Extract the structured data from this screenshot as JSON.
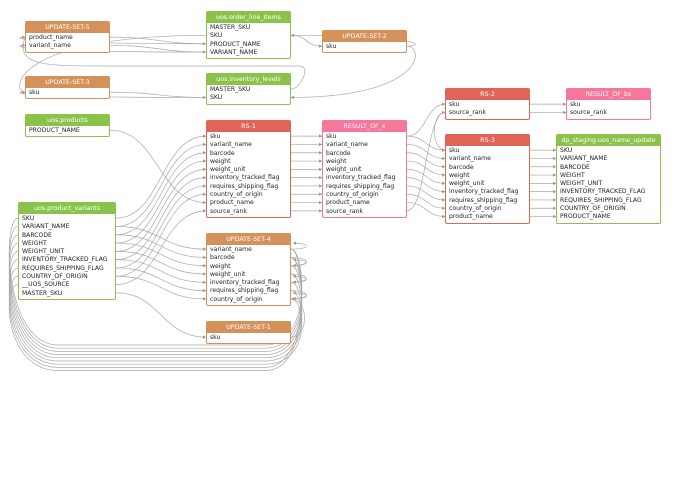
{
  "colors": {
    "update": "#d4925a",
    "source": "#8bc34a",
    "rs": "#e06558",
    "result": "#f7779b",
    "edge": "#a9a9a9"
  },
  "nodes": [
    {
      "id": "update_set_5",
      "title": "UPDATE-SET-5",
      "kind": "update",
      "fields": [
        "product_name",
        "variant_name"
      ]
    },
    {
      "id": "uos_order_line_items",
      "title": "uos.order_line_items",
      "kind": "source",
      "fields": [
        "MASTER_SKU",
        "SKU",
        "PRODUCT_NAME",
        "VARIANT_NAME"
      ]
    },
    {
      "id": "update_set_2",
      "title": "UPDATE-SET-2",
      "kind": "update",
      "fields": [
        "sku"
      ]
    },
    {
      "id": "update_set_3",
      "title": "UPDATE-SET-3",
      "kind": "update",
      "fields": [
        "sku"
      ]
    },
    {
      "id": "uos_inventory_levels",
      "title": "uos.inventory_levels",
      "kind": "source",
      "fields": [
        "MASTER_SKU",
        "SKU"
      ]
    },
    {
      "id": "uos_products",
      "title": "uos.products",
      "kind": "source",
      "fields": [
        "PRODUCT_NAME"
      ]
    },
    {
      "id": "rs_1",
      "title": "RS-1",
      "kind": "rs",
      "fields": [
        "sku",
        "variant_name",
        "barcode",
        "weight",
        "weight_unit",
        "inventory_tracked_flag",
        "requires_shipping_flag",
        "country_of_origin",
        "product_name",
        "source_rank"
      ]
    },
    {
      "id": "result_of_x",
      "title": "RESULT_OF_x",
      "kind": "result",
      "fields": [
        "sku",
        "variant_name",
        "barcode",
        "weight",
        "weight_unit",
        "inventory_tracked_flag",
        "requires_shipping_flag",
        "country_of_origin",
        "product_name",
        "source_rank"
      ]
    },
    {
      "id": "rs_2",
      "title": "RS-2",
      "kind": "rs",
      "fields": [
        "sku",
        "source_rank"
      ]
    },
    {
      "id": "result_of_bs",
      "title": "RESULT_OF_bs",
      "kind": "result",
      "fields": [
        "sku",
        "source_rank"
      ]
    },
    {
      "id": "rs_3",
      "title": "RS-3",
      "kind": "rs",
      "fields": [
        "sku",
        "variant_name",
        "barcode",
        "weight",
        "weight_unit",
        "inventory_tracked_flag",
        "requires_shipping_flag",
        "country_of_origin",
        "product_name"
      ]
    },
    {
      "id": "dp_staging",
      "title": "dp_staging.uos_name_update",
      "kind": "source",
      "fields": [
        "SKU",
        "VARIANT_NAME",
        "BARCODE",
        "WEIGHT",
        "WEIGHT_UNIT",
        "INVENTORY_TRACKED_FLAG",
        "REQUIRES_SHIPPING_FLAG",
        "COUNTRY_OF_ORIGIN",
        "PRODUCT_NAME"
      ]
    },
    {
      "id": "uos_product_variants",
      "title": "uos.product_variants",
      "kind": "source",
      "fields": [
        "SKU",
        "VARIANT_NAME",
        "BARCODE",
        "WEIGHT",
        "WEIGHT_UNIT",
        "INVENTORY_TRACKED_FLAG",
        "REQUIRES_SHIPPING_FLAG",
        "COUNTRY_OF_ORIGIN",
        "__UOS_SOURCE",
        "MASTER_SKU"
      ]
    },
    {
      "id": "update_set_4",
      "title": "UPDATE-SET-4",
      "kind": "update",
      "fields": [
        "variant_name",
        "barcode",
        "weight",
        "weight_unit",
        "inventory_tracked_flag",
        "requires_shipping_flag",
        "country_of_origin"
      ]
    },
    {
      "id": "update_set_1",
      "title": "UPDATE-SET-1",
      "kind": "update",
      "fields": [
        "sku"
      ]
    }
  ]
}
